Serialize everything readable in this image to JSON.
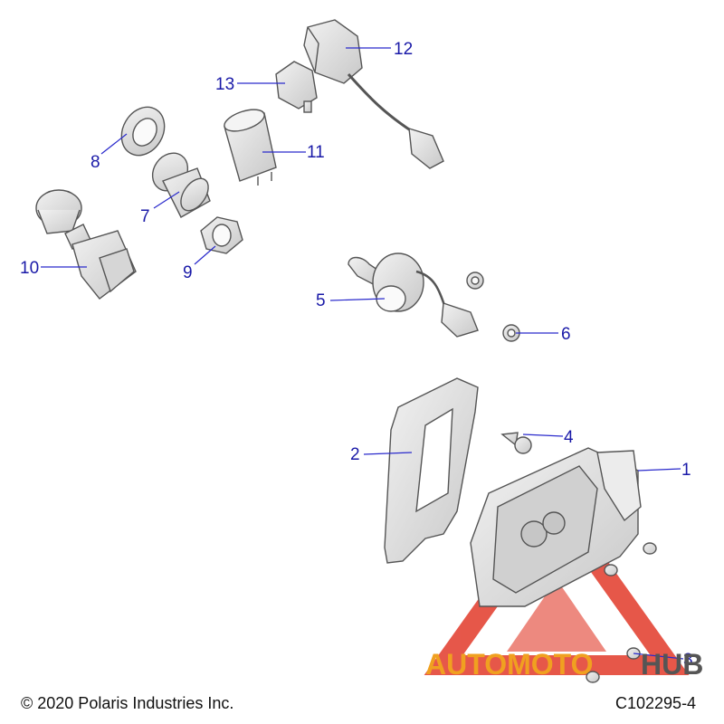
{
  "callouts": {
    "c1": "1",
    "c2": "2",
    "c3": "3",
    "c4": "4",
    "c5": "5",
    "c6": "6",
    "c7": "7",
    "c8": "8",
    "c9": "9",
    "c10": "10",
    "c11": "11",
    "c12": "12",
    "c13": "13"
  },
  "footer": {
    "copyright": "© 2020 Polaris Industries Inc.",
    "code": "C102295-4"
  },
  "watermark": {
    "part1": "AUTOMOTO",
    "part2": "HUB"
  },
  "colors": {
    "callout_text": "#1a1aa8",
    "callout_line": "#2a2acc",
    "part_fill": "#e2e2e2",
    "part_stroke": "#555555",
    "watermark_red": "#e23a2a",
    "watermark_orange": "#f0a020",
    "watermark_gray": "#555555"
  }
}
